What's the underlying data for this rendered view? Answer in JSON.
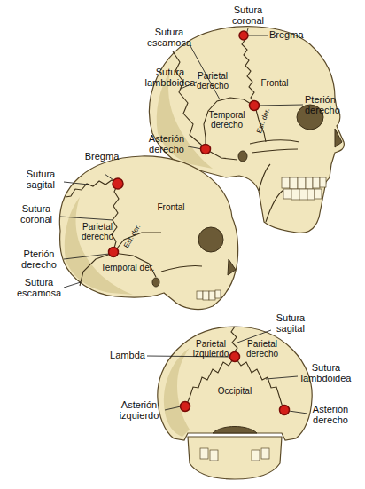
{
  "diagram": {
    "labels": [
      "Sutura coronal",
      "Bregma",
      "Sutura escamosa",
      "Sutura lambdoidea",
      "Parietal derecho",
      "Frontal",
      "Pterión derecho",
      "Esf. der.",
      "Temporal derecho",
      "Asterión derecho",
      "Bregma",
      "Sutura sagital",
      "Sutura coronal",
      "Frontal",
      "Parietal derecho",
      "Pterión derecho",
      "Esf. der.",
      "Temporal der.",
      "Sutura escamosa",
      "Sutura sagital",
      "Parietal izquierdo",
      "Parietal derecho",
      "Lambda",
      "Sutura lambdoidea",
      "Occipital",
      "Asterión izquierdo",
      "Asterión derecho"
    ]
  }
}
